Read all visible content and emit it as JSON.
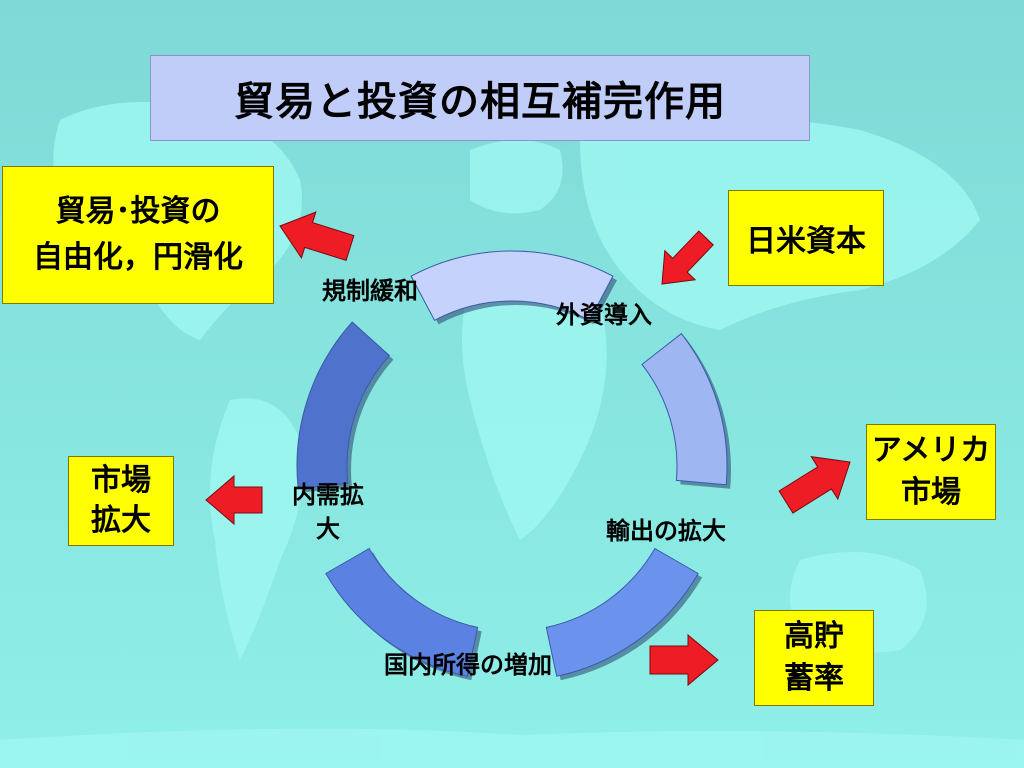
{
  "title": "貿易と投資の相互補完作用",
  "colors": {
    "background": "#8de9e4",
    "accent_red": "#ee1c24",
    "box_yellow": "#ffff00",
    "title_fill": "#c0cdf8"
  },
  "cycle": [
    {
      "label": "規制緩和",
      "fill": "#c4d2fc"
    },
    {
      "label": "外資導入",
      "fill": "#9eb6f2"
    },
    {
      "label": "輸出の拡大",
      "fill": "#6b93ee"
    },
    {
      "label": "国内所得の増加",
      "fill": "#5b82e2"
    },
    {
      "label_lines": [
        "内需拡",
        "大"
      ],
      "fill": "#4f72cc"
    }
  ],
  "outcomes": {
    "liberalization": {
      "lines": [
        "貿易･投資の",
        "自由化，円滑化"
      ]
    },
    "japan_us_capital": {
      "lines": [
        "日米資本"
      ]
    },
    "us_market": {
      "lines": [
        "アメリカ",
        "市場"
      ]
    },
    "high_savings": {
      "lines": [
        "高貯",
        "蓄率"
      ]
    },
    "market_expansion": {
      "lines": [
        "市場",
        "拡大"
      ]
    }
  }
}
